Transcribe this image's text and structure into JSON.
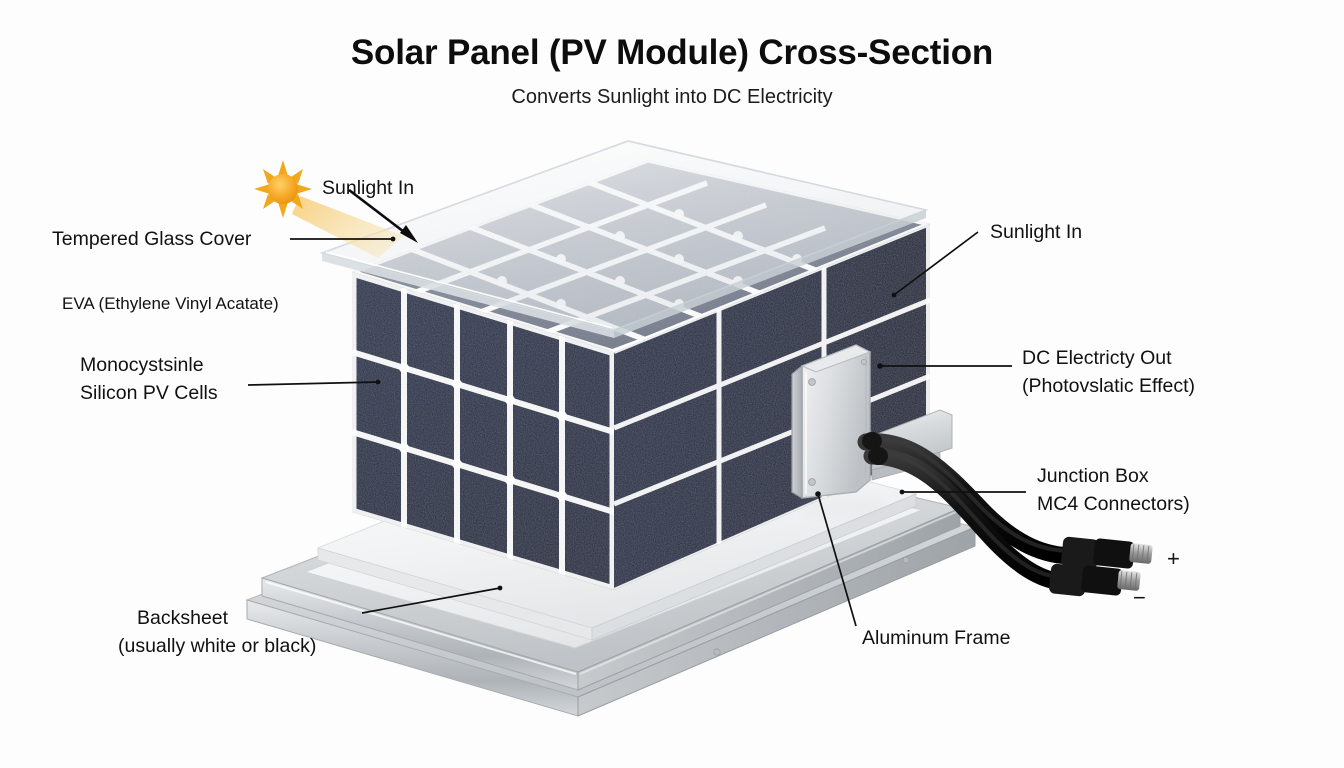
{
  "header": {
    "title": "Solar Panel (PV Module) Cross-Section",
    "subtitle": "Converts Sunlight into DC Electricity"
  },
  "colors": {
    "background": "#fdfdfd",
    "cell_dark_navy": "#1e2a47",
    "cell_top_gray": "#8d94a3",
    "grid_line": "#ffffff",
    "aluminum": "#c3c7cb",
    "aluminum_light": "#e9ebed",
    "backsheet_white": "#f4f5f6",
    "glass_tint": "#e8ecef",
    "junction_box": "#d2d5d8",
    "cable_black": "#141414",
    "sun_orange": "#f5a623",
    "sun_ray": "#f0b429",
    "beam_yellow": "#f2deb0",
    "leader_line": "#101010",
    "text": "#111111"
  },
  "labels": {
    "sunlight_in_left": "Sunlight In",
    "sunlight_in_right": "Sunlight In",
    "tempered_glass": "Tempered Glass Cover",
    "eva": "EVA (Ethylene Vinyl Acatate)",
    "pv_cells_line1": "Monocystsinle",
    "pv_cells_line2": "Silicon PV Cells",
    "dc_out_line1": "DC Electricty Out",
    "dc_out_line2": "(Photovslatic Effect)",
    "junction_box_line1": "Junction Box",
    "junction_box_line2": "MC4 Connectors)",
    "aluminum_frame": "Aluminum Frame",
    "backsheet_line1": "Backsheet",
    "backsheet_line2": "(usually white or black)"
  },
  "polarity": {
    "positive": "+",
    "negative": "−"
  },
  "icons": {
    "sun": "sun-icon",
    "arrow": "arrow-icon"
  },
  "structure": {
    "top_face_cells_cols": 5,
    "top_face_cells_rows": 5,
    "front_face_cells_cols": 5,
    "front_face_cells_rows": 3,
    "right_face_cells_cols": 3,
    "right_face_cells_rows": 3,
    "connector_count": 2
  }
}
